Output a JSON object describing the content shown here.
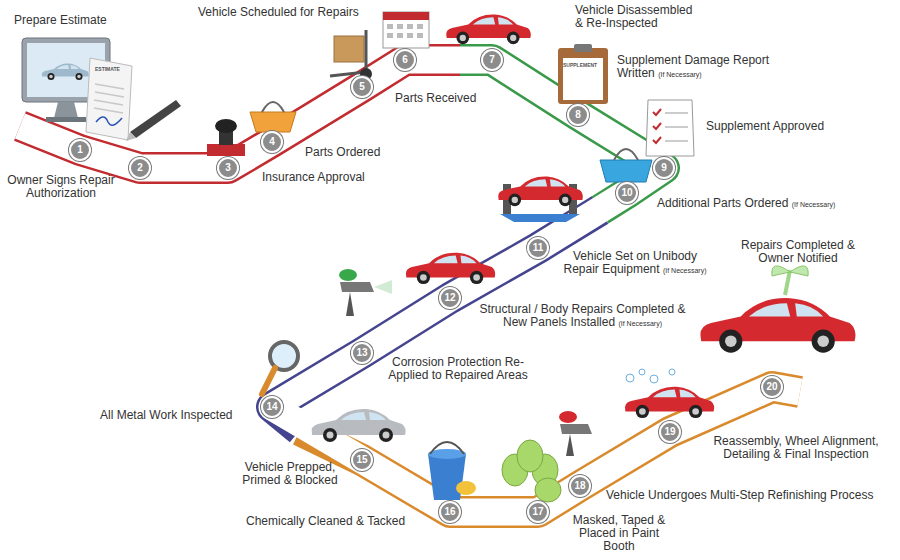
{
  "diagram": {
    "nodes": [
      {
        "text": [
          "1"
        ]
      },
      {
        "text": [
          "2"
        ]
      },
      {
        "text": [
          "3"
        ]
      },
      {
        "text": [
          "4"
        ]
      },
      {
        "text": [
          "5"
        ]
      },
      {
        "text": [
          "6"
        ]
      },
      {
        "text": [
          "7"
        ]
      },
      {
        "text": [
          "8"
        ]
      },
      {
        "text": [
          "9"
        ]
      },
      {
        "text": [
          "10"
        ]
      },
      {
        "text": [
          "11"
        ]
      },
      {
        "text": [
          "12"
        ]
      },
      {
        "text": [
          "13"
        ]
      },
      {
        "text": [
          "14"
        ]
      },
      {
        "text": [
          "15"
        ]
      },
      {
        "text": [
          "16"
        ]
      },
      {
        "text": [
          "17"
        ]
      },
      {
        "text": [
          "18"
        ]
      },
      {
        "text": [
          "19"
        ]
      },
      {
        "text": [
          "20"
        ]
      }
    ],
    "labels": [
      "Prepare Estimate",
      "Owner Signs Repair Authorization",
      "Insurance Approval",
      "Parts Ordered",
      "Parts Received",
      "Vehicle Scheduled for Repairs",
      "Vehicle Disassembled & Re-Inspected",
      "Supplement Damage Report Written",
      "(If Necessary)",
      "Supplement Approved",
      "Additional Parts Ordered",
      "(If Necessary)",
      "Vehicle Set on Unibody Repair Equipment",
      "(If Necessary)",
      "Structural / Body Repairs Completed & New Panels Installed",
      "(If Necessary)",
      "Corrosion Protection Re-Applied to Repaired Areas",
      "All Metal Work Inspected",
      "Vehicle Prepped, Primed & Blocked",
      "Chemically Cleaned & Tacked",
      "Masked, Taped & Placed in Paint Booth",
      "Vehicle Undergoes Multi-Step Refinishing Process",
      "Reassembly, Wheel Alignment, Detailing & Final Inspection",
      "Repairs Completed & Owner Notified",
      "ESTIMATE",
      "SUPPLEMENT"
    ]
  }
}
